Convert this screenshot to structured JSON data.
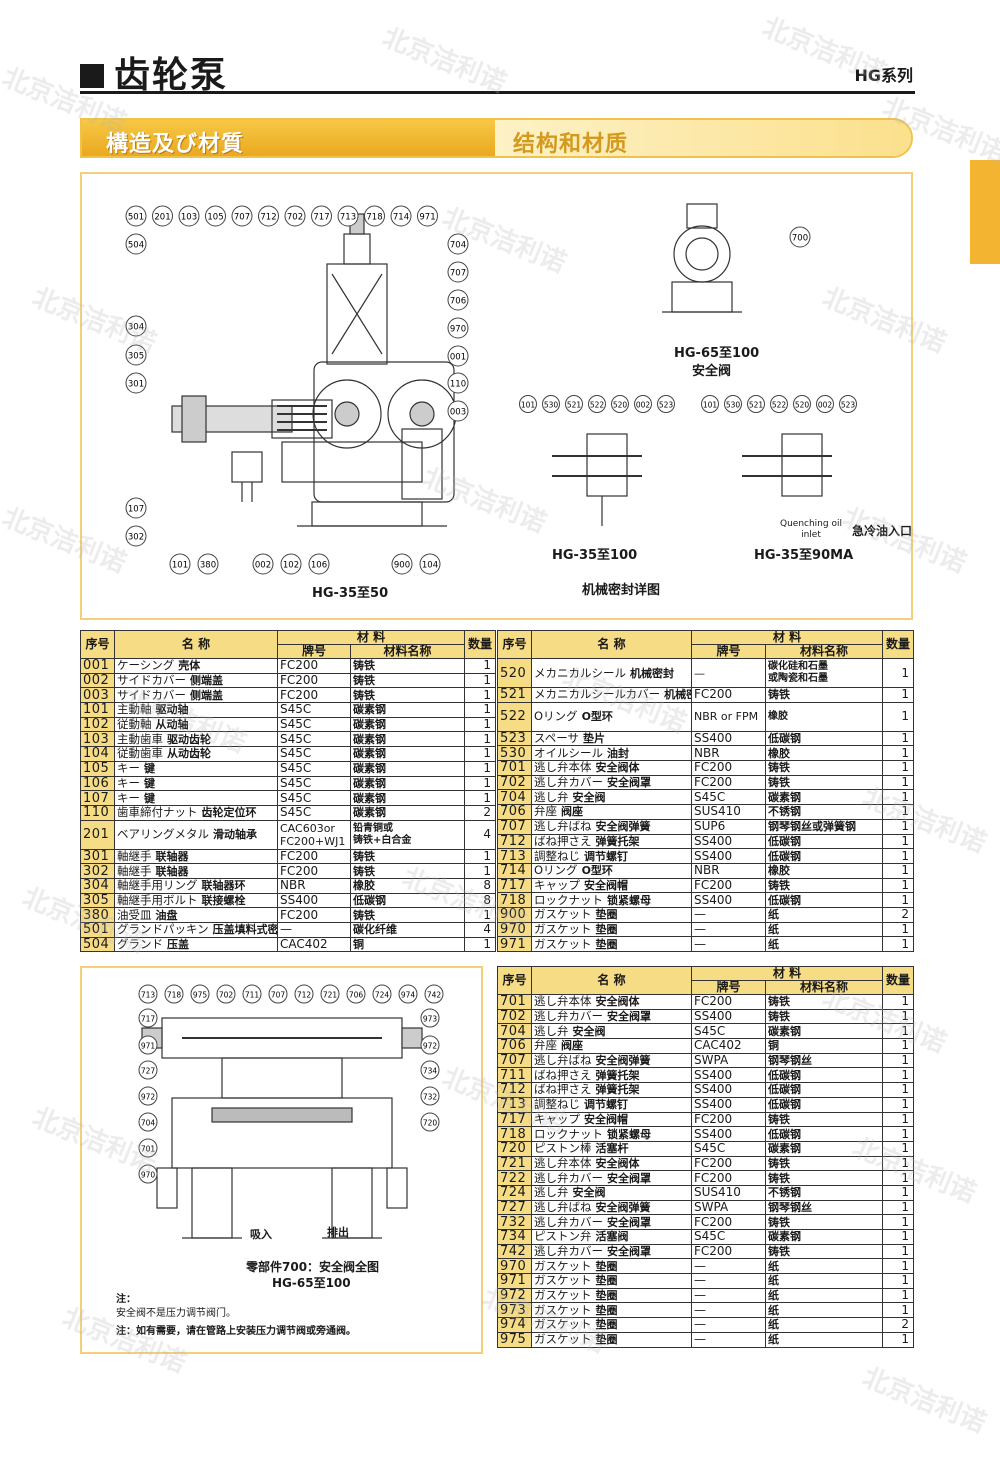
{
  "header": {
    "title": "齿轮泵",
    "series": "HG系列"
  },
  "banner": {
    "jp": "構造及び材質",
    "cn": "结构和材质"
  },
  "drawing": {
    "main_caption": "HG-35至50",
    "relief_caption": "HG-65至100",
    "relief_sub": "安全阀",
    "seal1_caption": "HG-35至100",
    "seal2_caption": "HG-35至90MA",
    "seal_detail": "机械密封详图",
    "quench_en": "Quenching oil\ninlet",
    "quench_cn": "急冷油入口",
    "callouts_top": [
      "501",
      "201",
      "103",
      "105",
      "707",
      "712",
      "702",
      "717",
      "713",
      "718",
      "714",
      "971"
    ],
    "callouts_left": [
      "504",
      "304",
      "305",
      "301",
      "107",
      "302"
    ],
    "callouts_right": [
      "704",
      "707",
      "706",
      "970",
      "001",
      "110",
      "003"
    ],
    "callouts_bottom": [
      "101",
      "380",
      "002",
      "102",
      "106",
      "900",
      "104"
    ],
    "callout_700": "700",
    "seal_callouts": [
      "101",
      "530",
      "521",
      "522",
      "520",
      "002",
      "523"
    ]
  },
  "table_head": {
    "no": "序号",
    "name": "名 称",
    "material": "材 料",
    "grade": "牌号",
    "mat_name": "材料名称",
    "qty": "数量"
  },
  "table1": [
    {
      "no": "001",
      "jp": "ケーシング",
      "cn": "壳体",
      "grade": "FC200",
      "mat": "铸铁",
      "qty": "1"
    },
    {
      "no": "002",
      "jp": "サイドカバー",
      "cn": "侧端盖",
      "grade": "FC200",
      "mat": "铸铁",
      "qty": "1"
    },
    {
      "no": "003",
      "jp": "サイドカバー",
      "cn": "侧端盖",
      "grade": "FC200",
      "mat": "铸铁",
      "qty": "1"
    },
    {
      "no": "101",
      "jp": "主動軸",
      "cn": "驱动轴",
      "grade": "S45C",
      "mat": "碳素钢",
      "qty": "1"
    },
    {
      "no": "102",
      "jp": "従動軸",
      "cn": "从动轴",
      "grade": "S45C",
      "mat": "碳素钢",
      "qty": "1"
    },
    {
      "no": "103",
      "jp": "主動歯車",
      "cn": "驱动齿轮",
      "grade": "S45C",
      "mat": "碳素钢",
      "qty": "1"
    },
    {
      "no": "104",
      "jp": "従動歯車",
      "cn": "从动齿轮",
      "grade": "S45C",
      "mat": "碳素钢",
      "qty": "1"
    },
    {
      "no": "105",
      "jp": "キー",
      "cn": "键",
      "grade": "S45C",
      "mat": "碳素钢",
      "qty": "1"
    },
    {
      "no": "106",
      "jp": "キー",
      "cn": "键",
      "grade": "S45C",
      "mat": "碳素钢",
      "qty": "1"
    },
    {
      "no": "107",
      "jp": "キー",
      "cn": "键",
      "grade": "S45C",
      "mat": "碳素钢",
      "qty": "1"
    },
    {
      "no": "110",
      "jp": "歯車締付ナット",
      "cn": "齿轮定位环",
      "grade": "S45C",
      "mat": "碳素钢",
      "qty": "2"
    },
    {
      "no": "201",
      "jp": "ベアリングメタル",
      "cn": "滑动轴承",
      "grade": "CAC603or\nFC200+WJ1",
      "mat": "铅青铜或\n铸铁+白合金",
      "qty": "4",
      "tall": true
    },
    {
      "no": "301",
      "jp": "軸継手",
      "cn": "联轴器",
      "grade": "FC200",
      "mat": "铸铁",
      "qty": "1"
    },
    {
      "no": "302",
      "jp": "軸継手",
      "cn": "联轴器",
      "grade": "FC200",
      "mat": "铸铁",
      "qty": "1"
    },
    {
      "no": "304",
      "jp": "軸継手用リング",
      "cn": "联轴器环",
      "grade": "NBR",
      "mat": "橡胶",
      "qty": "8"
    },
    {
      "no": "305",
      "jp": "軸継手用ボルト",
      "cn": "联接螺栓",
      "grade": "SS400",
      "mat": "低碳钢",
      "qty": "8"
    },
    {
      "no": "380",
      "jp": "油受皿",
      "cn": "油盘",
      "grade": "FC200",
      "mat": "铸铁",
      "qty": "1"
    },
    {
      "no": "501",
      "jp": "グランドパッキン",
      "cn": "压盖填料式密封",
      "grade": "—",
      "mat": "碳化纤维",
      "qty": "4"
    },
    {
      "no": "504",
      "jp": "グランド",
      "cn": "压盖",
      "grade": "CAC402",
      "mat": "铜",
      "qty": "1"
    }
  ],
  "table2": [
    {
      "no": "520",
      "jp": "メカニカルシール",
      "cn": "机械密封",
      "grade": "—",
      "mat": "碳化硅和石墨\n或陶瓷和石墨",
      "qty": "1",
      "tall": true
    },
    {
      "no": "521",
      "jp": "メカニカルシールカバー",
      "cn": "机械密封盖",
      "grade": "FC200",
      "mat": "铸铁",
      "qty": "1"
    },
    {
      "no": "522",
      "jp": "Oリング",
      "cn": "O型环",
      "grade": "NBR or FPM",
      "mat": "橡胶",
      "qty": "1",
      "tall": true
    },
    {
      "no": "523",
      "jp": "スペーサ",
      "cn": "垫片",
      "grade": "SS400",
      "mat": "低碳钢",
      "qty": "1"
    },
    {
      "no": "530",
      "jp": "オイルシール",
      "cn": "油封",
      "grade": "NBR",
      "mat": "橡胶",
      "qty": "1"
    },
    {
      "no": "701",
      "jp": "逃し弁本体",
      "cn": "安全阀体",
      "grade": "FC200",
      "mat": "铸铁",
      "qty": "1"
    },
    {
      "no": "702",
      "jp": "逃し弁カバー",
      "cn": "安全阀罩",
      "grade": "FC200",
      "mat": "铸铁",
      "qty": "1"
    },
    {
      "no": "704",
      "jp": "逃し弁",
      "cn": "安全阀",
      "grade": "S45C",
      "mat": "碳素钢",
      "qty": "1"
    },
    {
      "no": "706",
      "jp": "弁座",
      "cn": "阀座",
      "grade": "SUS410",
      "mat": "不锈钢",
      "qty": "1"
    },
    {
      "no": "707",
      "jp": "逃し弁ばね",
      "cn": "安全阀弹簧",
      "grade": "SUP6",
      "mat": "钢琴钢丝或弹簧钢",
      "qty": "1"
    },
    {
      "no": "712",
      "jp": "ばね押さえ",
      "cn": "弹簧托架",
      "grade": "SS400",
      "mat": "低碳钢",
      "qty": "1"
    },
    {
      "no": "713",
      "jp": "調整ねじ",
      "cn": "调节螺钉",
      "grade": "SS400",
      "mat": "低碳钢",
      "qty": "1"
    },
    {
      "no": "714",
      "jp": "Oリング",
      "cn": "O型环",
      "grade": "NBR",
      "mat": "橡胶",
      "qty": "1"
    },
    {
      "no": "717",
      "jp": "キャップ",
      "cn": "安全阀帽",
      "grade": "FC200",
      "mat": "铸铁",
      "qty": "1"
    },
    {
      "no": "718",
      "jp": "ロックナット",
      "cn": "锁紧螺母",
      "grade": "SS400",
      "mat": "低碳钢",
      "qty": "1"
    },
    {
      "no": "900",
      "jp": "ガスケット",
      "cn": "垫圈",
      "grade": "—",
      "mat": "纸",
      "qty": "2"
    },
    {
      "no": "970",
      "jp": "ガスケット",
      "cn": "垫圈",
      "grade": "—",
      "mat": "纸",
      "qty": "1"
    },
    {
      "no": "971",
      "jp": "ガスケット",
      "cn": "垫圈",
      "grade": "—",
      "mat": "纸",
      "qty": "1"
    }
  ],
  "valve": {
    "callouts_top": [
      "713",
      "718",
      "975",
      "702",
      "711",
      "707",
      "712",
      "721",
      "706",
      "724",
      "974",
      "742"
    ],
    "callouts_left": [
      "717",
      "971",
      "727",
      "972",
      "704",
      "701",
      "970"
    ],
    "callouts_right": [
      "973",
      "972",
      "734",
      "732",
      "720"
    ],
    "suction": "吸入",
    "discharge": "排出",
    "caption1": "零部件700：安全阀全图",
    "caption2": "HG-65至100",
    "note_title": "注：",
    "note1": "安全阀不是压力调节阀门。",
    "note2": "注：如有需要，请在管路上安装压力调节阀或旁通阀。"
  },
  "table3": [
    {
      "no": "701",
      "jp": "逃し弁本体",
      "cn": "安全阀体",
      "grade": "FC200",
      "mat": "铸铁",
      "qty": "1"
    },
    {
      "no": "702",
      "jp": "逃し弁カバー",
      "cn": "安全阀罩",
      "grade": "SS400",
      "mat": "铸铁",
      "qty": "1"
    },
    {
      "no": "704",
      "jp": "逃し弁",
      "cn": "安全阀",
      "grade": "S45C",
      "mat": "碳素钢",
      "qty": "1"
    },
    {
      "no": "706",
      "jp": "弁座",
      "cn": "阀座",
      "grade": "CAC402",
      "mat": "铜",
      "qty": "1"
    },
    {
      "no": "707",
      "jp": "逃し弁ばね",
      "cn": "安全阀弹簧",
      "grade": "SWPA",
      "mat": "钢琴钢丝",
      "qty": "1"
    },
    {
      "no": "711",
      "jp": "ばね押さえ",
      "cn": "弹簧托架",
      "grade": "SS400",
      "mat": "低碳钢",
      "qty": "1"
    },
    {
      "no": "712",
      "jp": "ばね押さえ",
      "cn": "弹簧托架",
      "grade": "SS400",
      "mat": "低碳钢",
      "qty": "1"
    },
    {
      "no": "713",
      "jp": "調整ねじ",
      "cn": "调节螺钉",
      "grade": "SS400",
      "mat": "低碳钢",
      "qty": "1"
    },
    {
      "no": "717",
      "jp": "キャップ",
      "cn": "安全阀帽",
      "grade": "FC200",
      "mat": "铸铁",
      "qty": "1"
    },
    {
      "no": "718",
      "jp": "ロックナット",
      "cn": "锁紧螺母",
      "grade": "SS400",
      "mat": "低碳钢",
      "qty": "1"
    },
    {
      "no": "720",
      "jp": "ピストン棒",
      "cn": "活塞杆",
      "grade": "S45C",
      "mat": "碳素钢",
      "qty": "1"
    },
    {
      "no": "721",
      "jp": "逃し弁本体",
      "cn": "安全阀体",
      "grade": "FC200",
      "mat": "铸铁",
      "qty": "1"
    },
    {
      "no": "722",
      "jp": "逃し弁カバー",
      "cn": "安全阀罩",
      "grade": "FC200",
      "mat": "铸铁",
      "qty": "1"
    },
    {
      "no": "724",
      "jp": "逃し弁",
      "cn": "安全阀",
      "grade": "SUS410",
      "mat": "不锈钢",
      "qty": "1"
    },
    {
      "no": "727",
      "jp": "逃し弁ばね",
      "cn": "安全阀弹簧",
      "grade": "SWPA",
      "mat": "钢琴钢丝",
      "qty": "1"
    },
    {
      "no": "732",
      "jp": "逃し弁カバー",
      "cn": "安全阀罩",
      "grade": "FC200",
      "mat": "铸铁",
      "qty": "1"
    },
    {
      "no": "734",
      "jp": "ピストン弁",
      "cn": "活塞阀",
      "grade": "S45C",
      "mat": "碳素钢",
      "qty": "1"
    },
    {
      "no": "742",
      "jp": "逃し弁カバー",
      "cn": "安全阀罩",
      "grade": "FC200",
      "mat": "铸铁",
      "qty": "1"
    },
    {
      "no": "970",
      "jp": "ガスケット",
      "cn": "垫圈",
      "grade": "—",
      "mat": "纸",
      "qty": "1"
    },
    {
      "no": "971",
      "jp": "ガスケット",
      "cn": "垫圈",
      "grade": "—",
      "mat": "纸",
      "qty": "1"
    },
    {
      "no": "972",
      "jp": "ガスケット",
      "cn": "垫圈",
      "grade": "—",
      "mat": "纸",
      "qty": "1"
    },
    {
      "no": "973",
      "jp": "ガスケット",
      "cn": "垫圈",
      "grade": "—",
      "mat": "纸",
      "qty": "1"
    },
    {
      "no": "974",
      "jp": "ガスケット",
      "cn": "垫圈",
      "grade": "—",
      "mat": "纸",
      "qty": "2"
    },
    {
      "no": "975",
      "jp": "ガスケット",
      "cn": "垫圈",
      "grade": "—",
      "mat": "纸",
      "qty": "1"
    }
  ],
  "watermark": "北京洁利诺",
  "colors": {
    "accent": "#f3b531",
    "table_head": "#f7dc86",
    "border": "#f2d079"
  }
}
